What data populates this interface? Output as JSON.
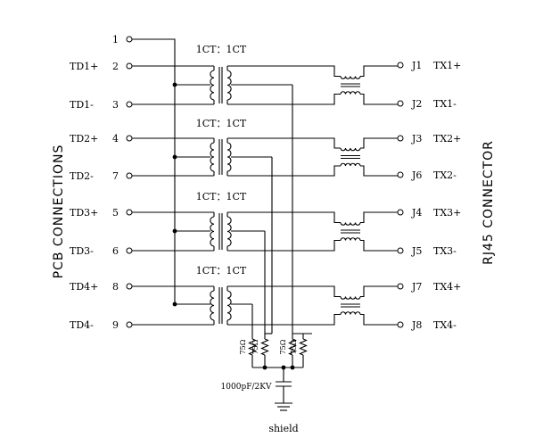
{
  "left_title": "PCB CONNECTIONS",
  "right_title": "RJ45 CONNECTOR",
  "ratio_label": "1CT：1CT",
  "pcb_pins": [
    {
      "name": "",
      "num": "1"
    },
    {
      "name": "TD1+",
      "num": "2"
    },
    {
      "name": "TD1-",
      "num": "3"
    },
    {
      "name": "TD2+",
      "num": "4"
    },
    {
      "name": "TD2-",
      "num": "7"
    },
    {
      "name": "TD3+",
      "num": "5"
    },
    {
      "name": "TD3-",
      "num": "6"
    },
    {
      "name": "TD4+",
      "num": "8"
    },
    {
      "name": "TD4-",
      "num": "9"
    }
  ],
  "rj45_pins": [
    {
      "pin": "J1",
      "name": "TX1+"
    },
    {
      "pin": "J2",
      "name": "TX1-"
    },
    {
      "pin": "J3",
      "name": "TX2+"
    },
    {
      "pin": "J6",
      "name": "TX2-"
    },
    {
      "pin": "J4",
      "name": "TX3+"
    },
    {
      "pin": "J5",
      "name": "TX3-"
    },
    {
      "pin": "J7",
      "name": "TX4+"
    },
    {
      "pin": "J8",
      "name": "TX4-"
    }
  ],
  "resistor_label": "75Ω",
  "capacitor_label": "1000pF/2KV",
  "ground_label": "shield"
}
